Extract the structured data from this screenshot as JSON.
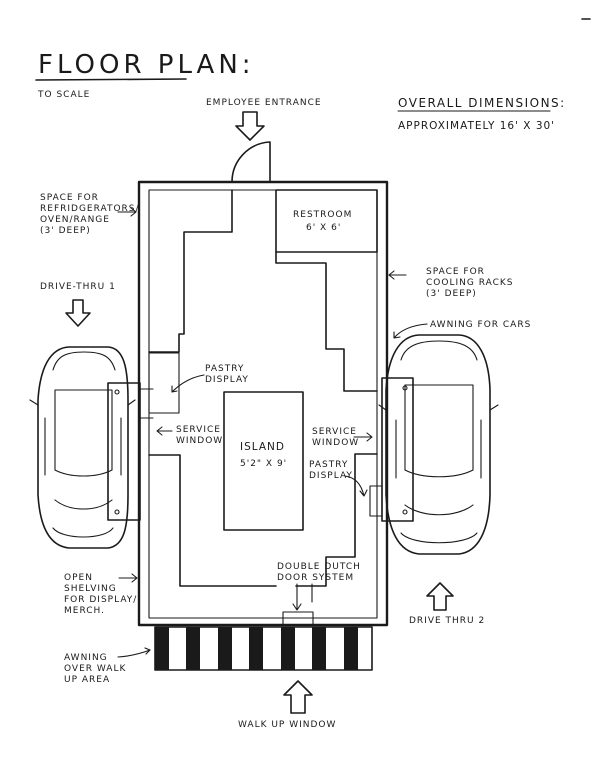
{
  "title": "FLOOR PLAN:",
  "subtitle": "TO SCALE",
  "overall": {
    "heading": "OVERALL DIMENSIONS:",
    "value": "APPROXIMATELY 16' X 30'"
  },
  "labels": {
    "employee_entrance": "EMPLOYEE ENTRANCE",
    "fridge_space": [
      "SPACE FOR",
      "REFRIDGERATORS/",
      "OVEN/RANGE",
      "(3' DEEP)"
    ],
    "restroom": "RESTROOM",
    "restroom_dim": "6' X 6'",
    "cooling_space": [
      "SPACE FOR",
      "COOLING RACKS",
      "(3' DEEP)"
    ],
    "drive_thru_1": "DRIVE-THRU 1",
    "awning_cars": "AWNING FOR CARS",
    "pastry_display_left": [
      "PASTRY",
      "DISPLAY"
    ],
    "service_window_left": [
      "SERVICE",
      "WINDOW"
    ],
    "island": "ISLAND",
    "island_dim": "5'2\" X 9'",
    "service_window_right": [
      "SERVICE",
      "WINDOW"
    ],
    "pastry_display_right": [
      "PASTRY",
      "DISPLAY"
    ],
    "double_dutch": [
      "DOUBLE DUTCH",
      "DOOR SYSTEM"
    ],
    "open_shelving": [
      "OPEN",
      "SHELVING",
      "FOR DISPLAY/",
      "MERCH."
    ],
    "drive_thru_2": "DRIVE THRU 2",
    "awning_walk": [
      "AWNING",
      "OVER WALK",
      "UP AREA"
    ],
    "walk_up": "WALK UP WINDOW"
  }
}
